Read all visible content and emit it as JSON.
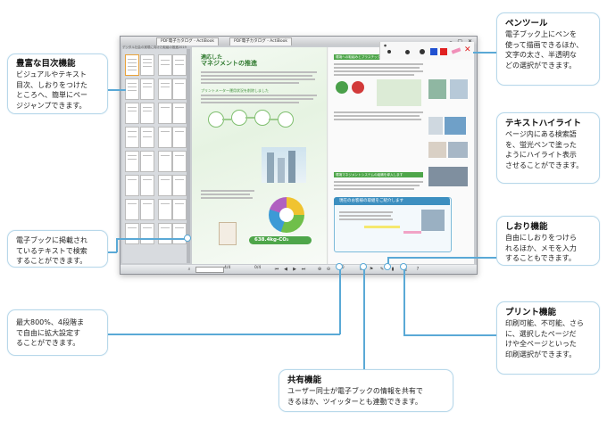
{
  "window": {
    "tab1": "PDF電子カタログ - ActiBook",
    "tab2": "PDF電子カタログ - ActiBook",
    "breadcrumb": "デジタル社会の実現に向けた取組の推進2019"
  },
  "pages": {
    "left_heading_1": "適応した",
    "left_heading_2": "マネジメントの推進",
    "left_sub": "プリントメーター運用状況を削除しました",
    "left_stat": "638.4kg-CO₂",
    "right_heading": "環境への取組みとプラスチックの削減を目指しています",
    "right_box_title": "現在のお客様の取組をご紹介します",
    "right_sub2": "環境マネジメントシステムの組織を導入します"
  },
  "toolbar": {
    "page_input": "4/4",
    "page_count": "0/4",
    "zoom": "100"
  },
  "callouts": {
    "toc": {
      "title": "豊富な目次機能",
      "body": [
        "ビジュアルやテキスト",
        "目次、しおりをつけた",
        "ところへ、簡単にペー",
        "ジジャンプできます。"
      ]
    },
    "search": {
      "body": [
        "電子ブックに掲載され",
        "ているテキストで検索",
        "することができます。"
      ]
    },
    "zoom": {
      "body": [
        "最大800%、4段階ま",
        "で自由に拡大設定す",
        "ることができます。"
      ]
    },
    "share": {
      "title": "共有機能",
      "body": [
        "ユーザー同士が電子ブックの情報を共有で",
        "きるほか、ツイッターとも連動できます。"
      ]
    },
    "pen": {
      "title": "ペンツール",
      "body": [
        "電子ブック上にペンを",
        "使って描画できるほか、",
        "文字の太さ、半透明な",
        "どの選択ができます。"
      ]
    },
    "highlight": {
      "title": "テキストハイライト",
      "body": [
        "ページ内にある検索語",
        "を、蛍光ペンで塗った",
        "ようにハイライト表示",
        "させることができます。"
      ]
    },
    "bookmark": {
      "title": "しおり機能",
      "body": [
        "自由にしおりをつけら",
        "れるほか、メモを入力",
        "することもできます。"
      ]
    },
    "print": {
      "title": "プリント機能",
      "body": [
        "印刷可能、不可能、さら",
        "に、選択したページだ",
        "けや全ページといった",
        "印刷選択ができます。"
      ]
    }
  },
  "colors": {
    "callout_border": "#b8d8ea",
    "connector": "#5aa9d6",
    "pen_red": "#e02020",
    "pen_blue": "#2050d0",
    "highlight_yellow": "#f5e44a",
    "highlight_pink": "#f08fb8"
  }
}
